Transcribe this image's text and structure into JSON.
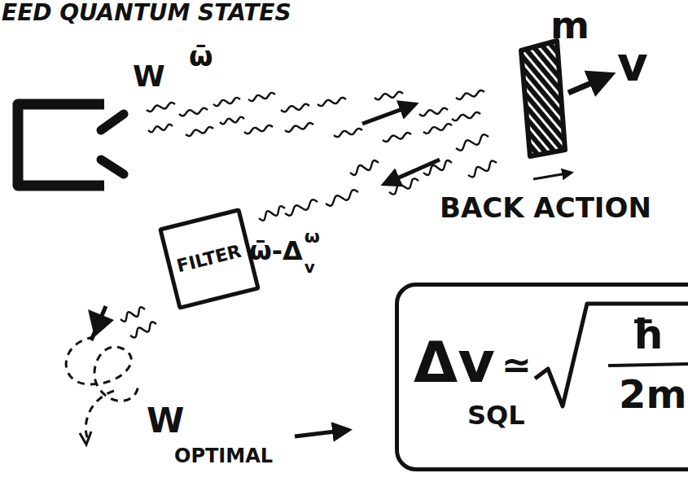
{
  "diagram": {
    "title": "EED QUANTUM STATES",
    "nodes": [
      {
        "text": [
          "FILTER"
        ]
      },
      {
        "text": [
          "Δv",
          "SQL",
          "≃",
          "ħ",
          "2m"
        ]
      }
    ],
    "labels": [
      "W",
      "ω̄",
      "m",
      "v",
      "BACK ACTION",
      "ω̄-Δ",
      "v",
      "ω",
      "W",
      "OPTIMAL"
    ]
  }
}
